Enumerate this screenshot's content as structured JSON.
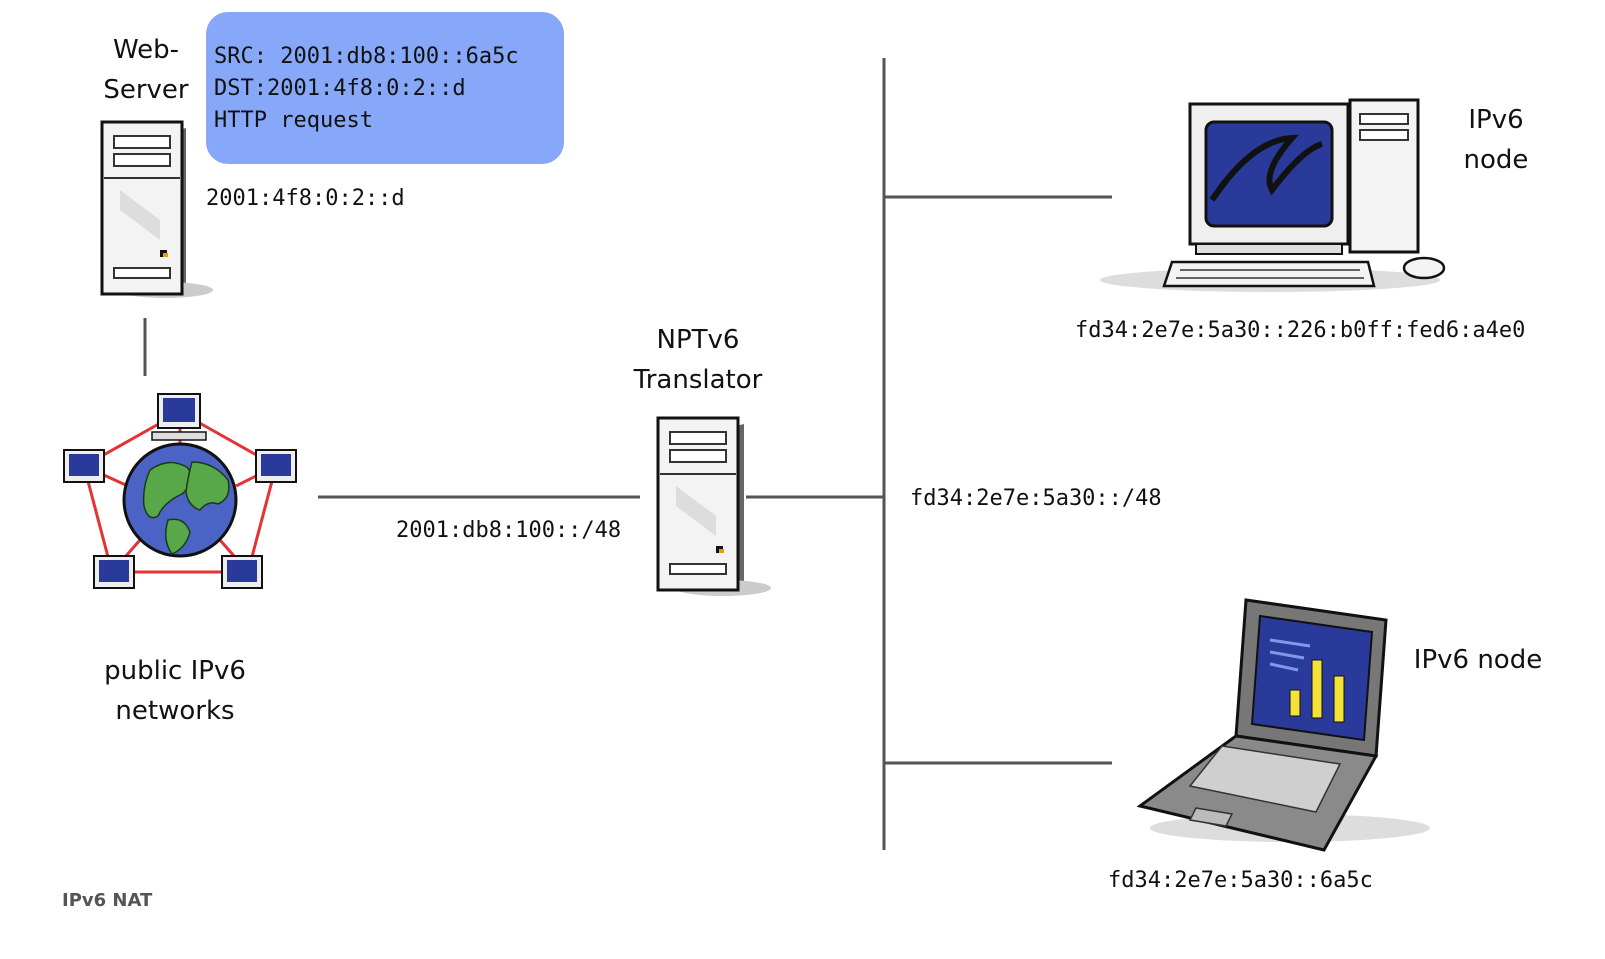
{
  "diagram": {
    "caption": "IPv6 NAT",
    "web_server": {
      "label_line1": "Web-",
      "label_line2": "Server",
      "address": "2001:4f8:0:2::d"
    },
    "packet": {
      "src": "SRC: 2001:db8:100::6a5c",
      "dst": "DST:2001:4f8:0:2::d",
      "payload": "HTTP request"
    },
    "public_network": {
      "label_line1": "public IPv6",
      "label_line2": "networks",
      "prefix": "2001:db8:100::/48"
    },
    "translator": {
      "label_line1": "NPTv6",
      "label_line2": "Translator",
      "internal_prefix": "fd34:2e7e:5a30::/48"
    },
    "desktop_node": {
      "label_line1": "IPv6",
      "label_line2": "node",
      "address": "fd34:2e7e:5a30::226:b0ff:fed6:a4e0"
    },
    "laptop_node": {
      "label": "IPv6 node",
      "address": "fd34:2e7e:5a30::6a5c"
    }
  }
}
